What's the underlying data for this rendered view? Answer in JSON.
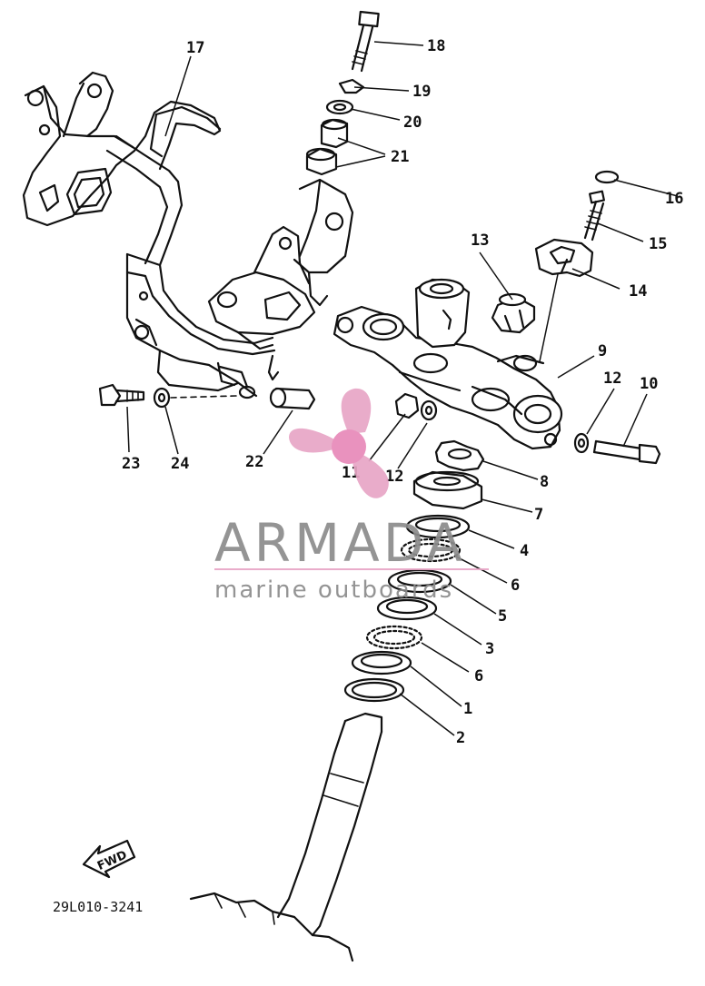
{
  "diagram": {
    "code": "29L010-3241",
    "fwd_label": "FWD",
    "part_labels": {
      "p1": "1",
      "p2": "2",
      "p3": "3",
      "p4": "4",
      "p5": "5",
      "p6a": "6",
      "p6b": "6",
      "p7": "7",
      "p8": "8",
      "p9": "9",
      "p10": "10",
      "p11": "11",
      "p12a": "12",
      "p12b": "12",
      "p13": "13",
      "p14": "14",
      "p15": "15",
      "p16": "16",
      "p17": "17",
      "p18": "18",
      "p19": "19",
      "p20": "20",
      "p21": "21",
      "p22": "22",
      "p23": "23",
      "p24": "24"
    }
  },
  "watermark": {
    "brand": "ARMADA",
    "tagline": "marine outboards",
    "colors": {
      "logo": "#e8a6c6",
      "logo_center": "#e889b9",
      "text": "#8c8c8c",
      "rule": "#e8a6c6"
    }
  }
}
